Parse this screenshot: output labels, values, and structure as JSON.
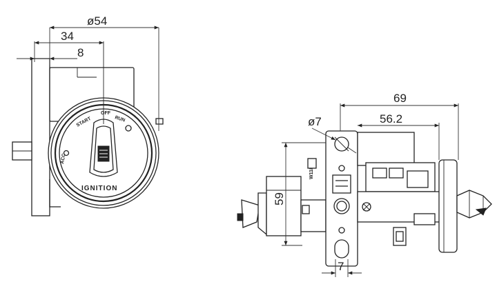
{
  "front_view": {
    "dim_diameter": "ø54",
    "dim_width": "34",
    "dim_offset": "8",
    "label_ignition": "IGNITION",
    "label_off": "OFF",
    "label_run": "RUN",
    "label_acc": "ACC",
    "label_start": "START"
  },
  "side_view": {
    "dim_length": "69",
    "dim_body": "56.2",
    "dim_hole": "ø7",
    "dim_height": "59",
    "dim_flange": "7",
    "plate_text": "W1180"
  },
  "colors": {
    "line": "#222222",
    "background": "#ffffff"
  }
}
